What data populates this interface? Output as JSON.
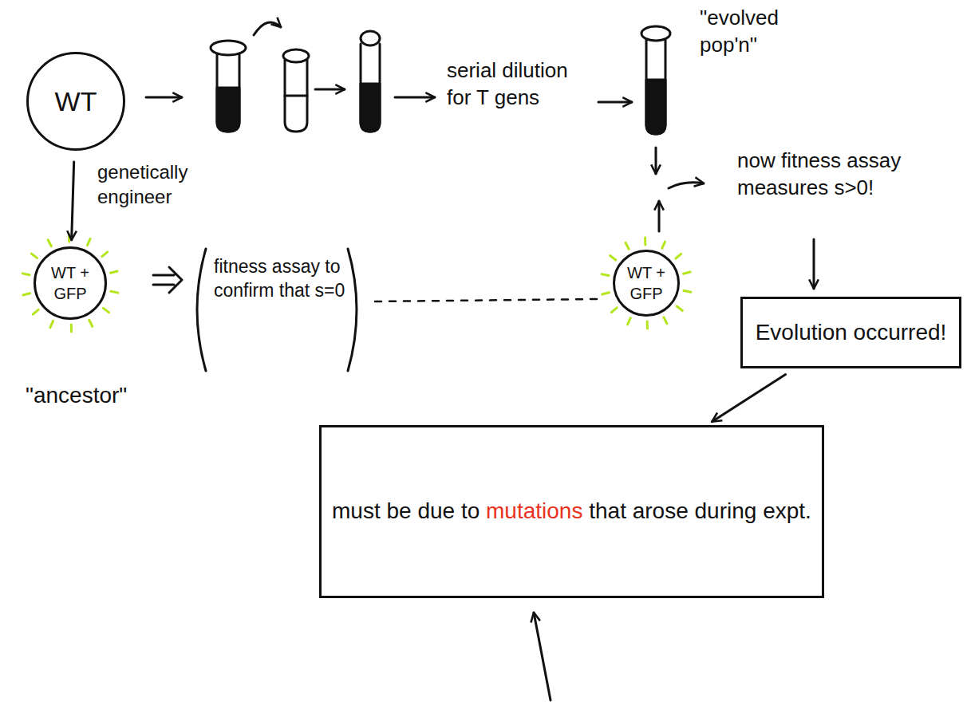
{
  "diagram": {
    "nodes": [
      {
        "text": [
          "WT"
        ]
      },
      {
        "text": [
          "WT + GFP"
        ]
      },
      {
        "text": [
          "WT + GFP"
        ]
      },
      {
        "text": [
          "Evolution occurred!"
        ]
      },
      {
        "text": [
          "must be due to mutations that arose during expt."
        ]
      }
    ],
    "edges": [
      {
        "from": 0,
        "to": 1,
        "arrow": "to",
        "label": "genetically engineer"
      },
      {
        "from": 3,
        "to": 4,
        "arrow": "to"
      }
    ],
    "labels": [
      "serial dilution for T gens",
      "\"evolved pop'n\"",
      "now fitness assay measures s>0!",
      "fitness assay to confirm that s=0",
      "\"ancestor\""
    ]
  }
}
